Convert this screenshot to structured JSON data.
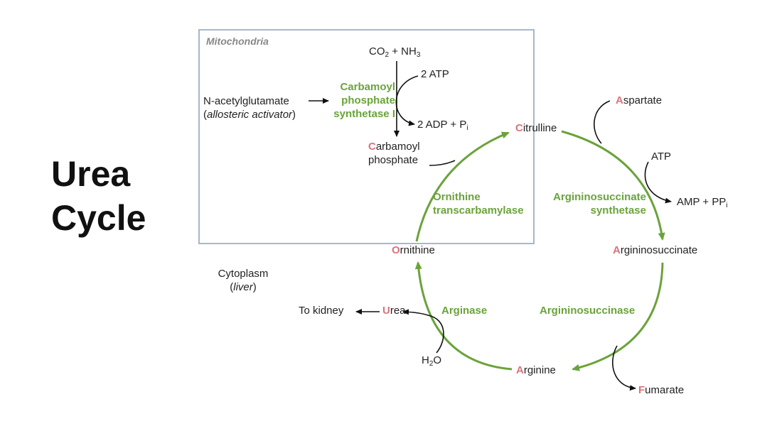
{
  "title": {
    "line1": "Urea",
    "line2": "Cycle"
  },
  "mitochondria": {
    "label": "Mitochondria"
  },
  "cytoplasm": {
    "label": "Cytoplasm",
    "sublabel": "liver"
  },
  "reactants": {
    "co2": "CO",
    "co2_sub": "2",
    "plus": " + ",
    "nh3": "NH",
    "nh3_sub": "3"
  },
  "cps1": {
    "atp_in": "2 ATP",
    "adp_out": "2 ADP + P",
    "adp_sub": "i",
    "enzyme_lines": [
      "Carbamoyl",
      "phosphate",
      "synthetase I"
    ]
  },
  "activator": {
    "name": "N-acetylglutamate",
    "role": "allosteric activator"
  },
  "carbamoyl_phosphate": {
    "initial": "C",
    "rest": "arbamoyl",
    "line2": "phosphate"
  },
  "metabolites": {
    "citrulline": {
      "initial": "C",
      "rest": "itrulline"
    },
    "aspartate": {
      "initial": "A",
      "rest": "spartate"
    },
    "argininosuccinate": {
      "initial": "A",
      "rest": "rgininosuccinate"
    },
    "arginine": {
      "initial": "A",
      "rest": "rginine"
    },
    "ornithine": {
      "initial": "O",
      "rest": "rnithine"
    },
    "urea": {
      "initial": "U",
      "rest": "rea"
    },
    "fumarate": {
      "initial": "F",
      "rest": "umarate"
    }
  },
  "enzymes": {
    "otc": [
      "Ornithine",
      "transcarbamylase"
    ],
    "ass": [
      "Argininosuccinate",
      "synthetase"
    ],
    "asl": "Argininosuccinase",
    "arginase": "Arginase"
  },
  "cofactors": {
    "atp": "ATP",
    "amp": "AMP + PP",
    "amp_sub": "i",
    "water": "H",
    "water_sub": "2",
    "water_o": "O"
  },
  "to_kidney": "To kidney",
  "colors": {
    "cycle": "#6aa33b",
    "highlight": "#d9747c",
    "box": "#a7b7cc",
    "arrow": "#111111"
  }
}
